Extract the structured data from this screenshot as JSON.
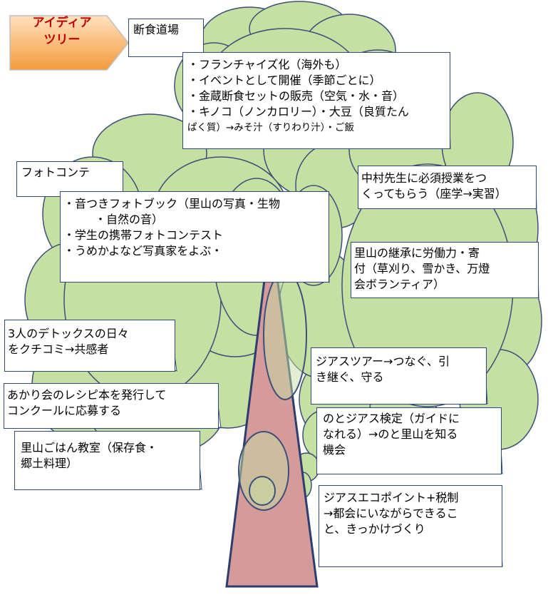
{
  "badge": {
    "line1": "アイディア",
    "line2": "ツリー"
  },
  "notes": {
    "danjiki": {
      "line1": "断食道場"
    },
    "franchise": {
      "line1": "・フランチャイズ化（海外も）",
      "line2": "・イベントとして開催（季節ごとに）",
      "line3": "・金蔵断食セットの販売（空気・水・音）",
      "line4": "・キノコ（ノンカロリー）・大豆（良質たん",
      "line5": "ぱく質）→みそ汁（すりわり汁）・ご飯"
    },
    "photocon": {
      "line1": "フォトコンテ"
    },
    "photobook": {
      "line1": "・音つきフォトブック（里山の写真・生物",
      "line2": "・自然の音）",
      "line3": "・学生の携帯フォトコンテスト",
      "line4": "・うめかよなど写真家をよぶ・"
    },
    "nakamura": {
      "line1": "中村先生に必須授業をつ",
      "line2": "くってもらう（座学→実習）"
    },
    "satoyama_labor": {
      "line1": "里山の継承に労働力・寄",
      "line2": "付（草刈り、雪かき、万燈",
      "line3": "会ボランティア）"
    },
    "detox": {
      "line1": "3人のデトックスの日々",
      "line2": "をクチコミ→共感者"
    },
    "geotour": {
      "line1": "ジアスツアー→つなぐ、引",
      "line2": "き継ぐ、守る"
    },
    "akari": {
      "line1": "あかり会のレシピ本を発行して",
      "line2": "コンクールに応募する"
    },
    "kentei": {
      "line1": "のとジアス検定（ガイドに",
      "line2": "なれる）→のと里山を知る",
      "line3": "機会"
    },
    "gohan": {
      "line1": "里山ごはん教室（保存食・",
      "line2": "郷土料理）"
    },
    "ecopoint": {
      "line1": "ジアスエコポイント+税制",
      "line2": "→都会にいながらできるこ",
      "line3": "と、きっかけづくり"
    }
  },
  "colors": {
    "foliage_fill": "#c6e0a4",
    "foliage_stroke": "#3d4f7a",
    "trunk_fill": "#d59b9b",
    "trunk_stroke": "#2d3e6e",
    "badge_fill": "#f6b26b",
    "badge_text": "#c00000",
    "note_border": "#2f4a7a"
  }
}
